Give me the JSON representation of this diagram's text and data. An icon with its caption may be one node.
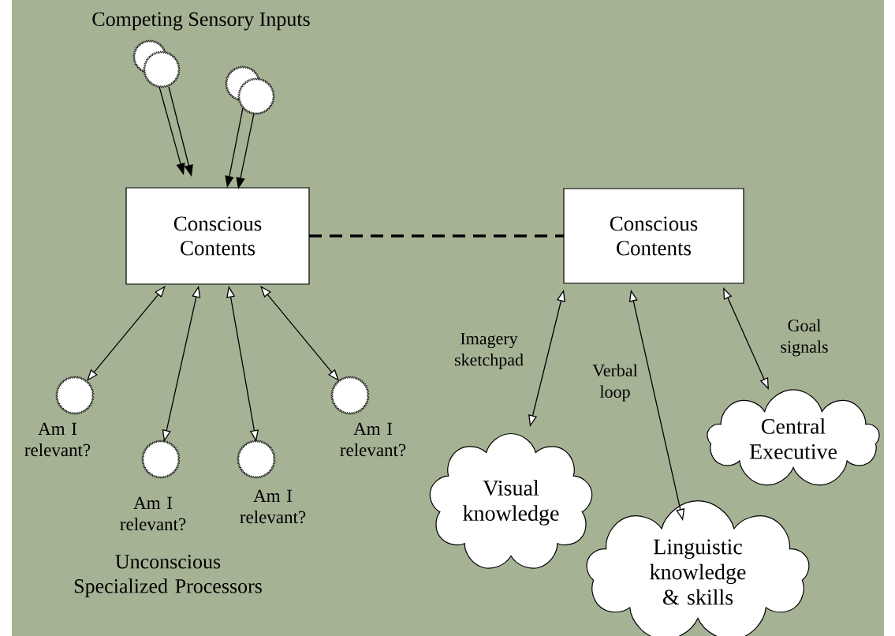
{
  "diagram": {
    "nodes": [
      {
        "text": [
          "Conscious Contents"
        ]
      },
      {
        "text": [
          "Conscious Contents"
        ]
      },
      {
        "text": [],
        "shape": "circle"
      },
      {
        "text": [],
        "shape": "circle"
      },
      {
        "text": [],
        "shape": "circle"
      },
      {
        "text": [],
        "shape": "circle"
      },
      {
        "text": [],
        "shape": "circle",
        "beside": [
          "Am I relevant?"
        ]
      },
      {
        "text": [],
        "shape": "circle",
        "beside": [
          "Am I relevant?"
        ]
      },
      {
        "text": [],
        "shape": "circle",
        "beside": [
          "Am I relevant?"
        ]
      },
      {
        "text": [],
        "shape": "circle",
        "beside": [
          "Am I relevant?"
        ]
      },
      {
        "text": [
          "Visual knowledge"
        ]
      },
      {
        "text": [
          "Linguistic knowledge & skills"
        ]
      },
      {
        "text": [
          "Central Executive"
        ]
      }
    ],
    "edges": [
      {
        "from": 3,
        "to": 0,
        "arrow": "to"
      },
      {
        "from": 3,
        "to": 0,
        "arrow": "to"
      },
      {
        "from": 5,
        "to": 0,
        "arrow": "to"
      },
      {
        "from": 5,
        "to": 0,
        "arrow": "to"
      },
      {
        "from": 0,
        "to": 6,
        "arrow": "both"
      },
      {
        "from": 0,
        "to": 7,
        "arrow": "both"
      },
      {
        "from": 0,
        "to": 8,
        "arrow": "both"
      },
      {
        "from": 0,
        "to": 9,
        "arrow": "both"
      },
      {
        "from": 0,
        "to": 1,
        "arrow": "none",
        "style": "dashed"
      },
      {
        "from": 1,
        "to": 10,
        "arrow": "both",
        "label": "Imagery sketchpad"
      },
      {
        "from": 1,
        "to": 11,
        "arrow": "both",
        "label": "Verbal loop"
      },
      {
        "from": 1,
        "to": 12,
        "arrow": "both",
        "label": "Goal signals"
      }
    ],
    "labels": [
      "Competing Sensory Inputs",
      "Unconscious Specialized Processors"
    ]
  }
}
